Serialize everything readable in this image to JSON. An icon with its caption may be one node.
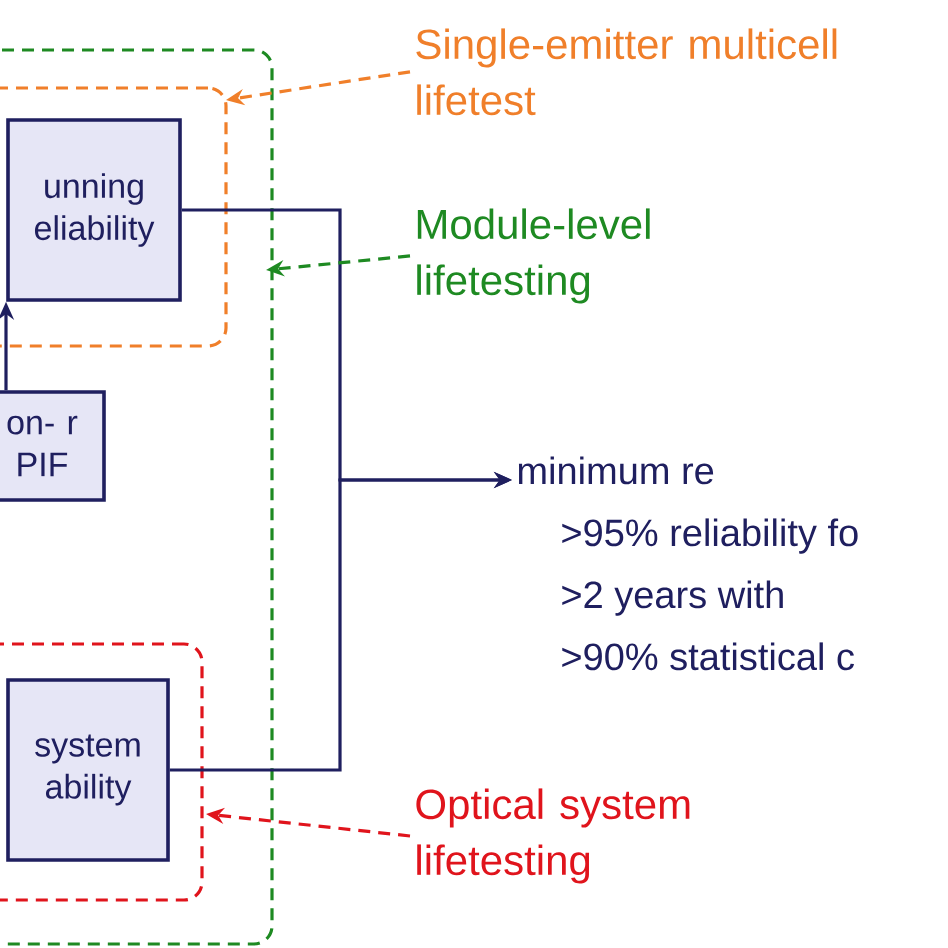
{
  "diagram": {
    "nodes": [
      {
        "text": [],
        "shape": "box"
      },
      {
        "text": [],
        "shape": "box",
        "in": 0
      },
      {
        "text": [
          "unning eliability"
        ],
        "in": 1
      },
      {
        "text": [
          "on- r PIF"
        ],
        "in": 0
      },
      {
        "text": [],
        "shape": "box",
        "in": 0
      },
      {
        "text": [
          "system ability"
        ],
        "in": 4
      },
      {
        "text": [
          "minimum re",
          ">95% reliability fo",
          ">2 years with",
          ">90% statistical c"
        ]
      },
      {
        "text": [
          "Single-emitter multicell lifetest"
        ]
      },
      {
        "text": [
          "Module-level lifetesting"
        ]
      },
      {
        "text": [
          "Optical system lifetesting"
        ]
      }
    ],
    "edges": [
      {
        "from": 3,
        "to": 2,
        "arrow": "to"
      },
      {
        "from": 2,
        "to": 6,
        "arrow": "to"
      },
      {
        "from": 5,
        "to": 6,
        "arrow": "to"
      },
      {
        "from": 7,
        "to": 1,
        "arrow": "to",
        "style": "dashed",
        "color": "#f07f2a"
      },
      {
        "from": 8,
        "to": 0,
        "arrow": "to",
        "style": "dashed",
        "color": "#1e8a22"
      },
      {
        "from": 9,
        "to": 4,
        "arrow": "to",
        "style": "dashed",
        "color": "#e0141c"
      }
    ]
  }
}
